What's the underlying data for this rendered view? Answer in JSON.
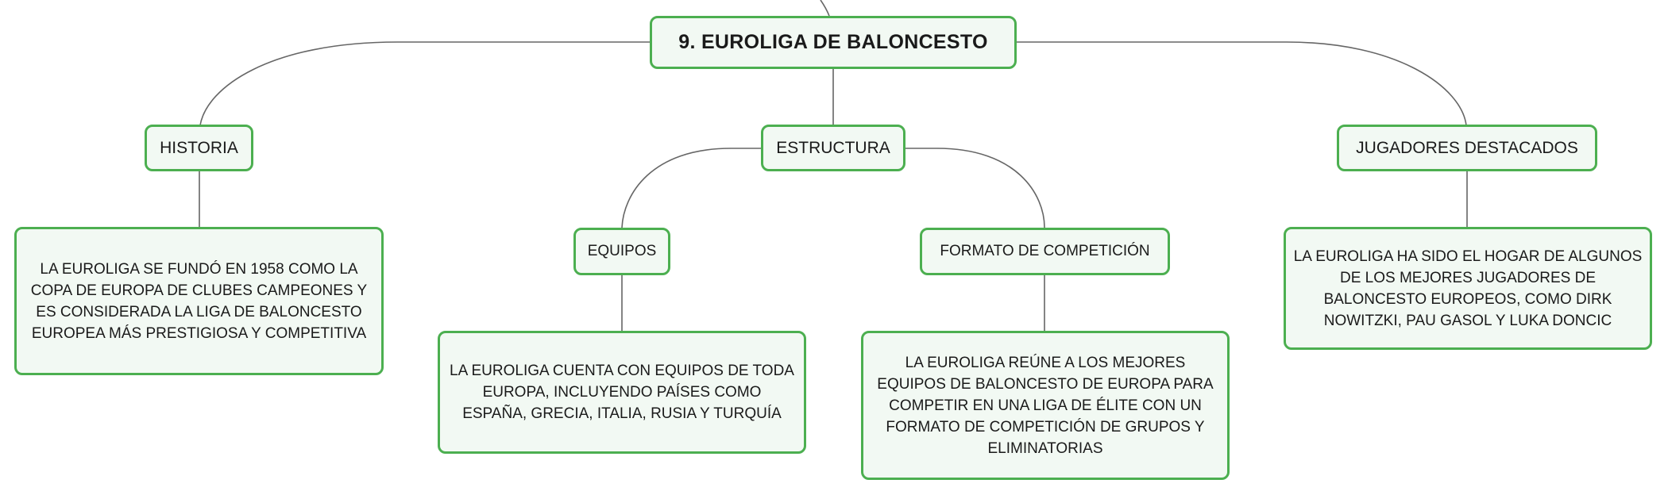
{
  "map": {
    "root": "9. EUROLIGA DE BALONCESTO",
    "historia": {
      "label": "HISTORIA",
      "detail": "LA EUROLIGA SE FUNDÓ EN 1958 COMO LA COPA DE EUROPA DE CLUBES CAMPEONES Y ES CONSIDERADA LA LIGA DE BALONCESTO EUROPEA MÁS PRESTIGIOSA Y COMPETITIVA"
    },
    "estructura": {
      "label": "ESTRUCTURA",
      "equipos": {
        "label": "EQUIPOS",
        "detail": "LA EUROLIGA CUENTA CON EQUIPOS DE TODA EUROPA, INCLUYENDO PAÍSES COMO ESPAÑA, GRECIA, ITALIA, RUSIA Y TURQUÍA"
      },
      "formato": {
        "label": "FORMATO DE COMPETICIÓN",
        "detail": "LA EUROLIGA REÚNE A LOS MEJORES EQUIPOS DE BALONCESTO DE EUROPA PARA COMPETIR EN UNA LIGA DE ÉLITE CON UN FORMATO DE COMPETICIÓN DE GRUPOS Y ELIMINATORIAS"
      }
    },
    "jugadores": {
      "label": "JUGADORES DESTACADOS",
      "detail": "LA EUROLIGA HA SIDO EL HOGAR DE ALGUNOS DE LOS MEJORES JUGADORES DE BALONCESTO EUROPEOS, COMO DIRK NOWITZKI, PAU GASOL Y LUKA DONCIC"
    }
  }
}
